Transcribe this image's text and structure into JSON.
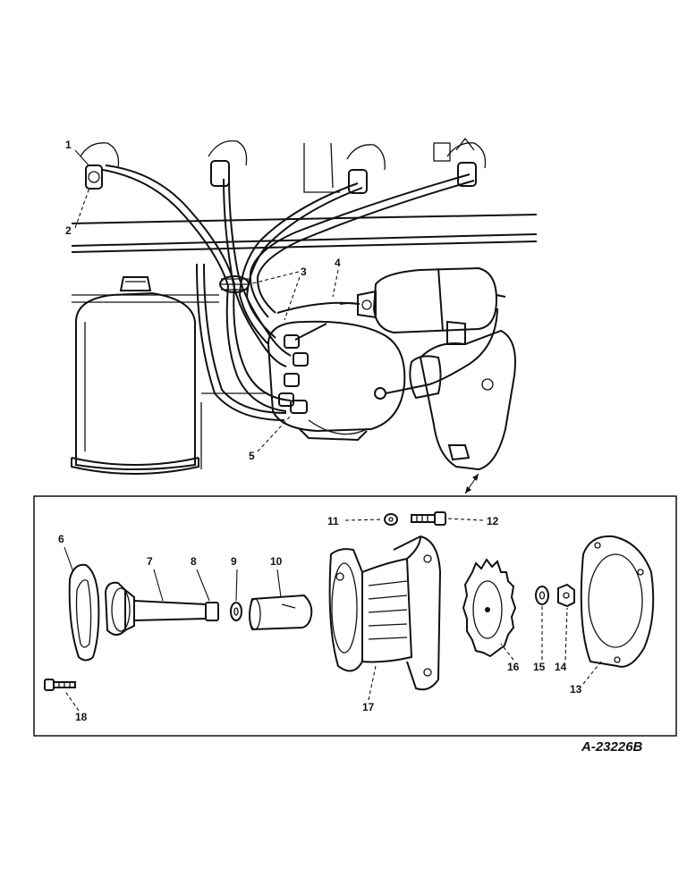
{
  "figure_ref": "A-23226B",
  "callouts": [
    "1",
    "2",
    "3",
    "4",
    "5",
    "6",
    "7",
    "8",
    "9",
    "10",
    "11",
    "12",
    "13",
    "14",
    "15",
    "16",
    "17",
    "18"
  ]
}
